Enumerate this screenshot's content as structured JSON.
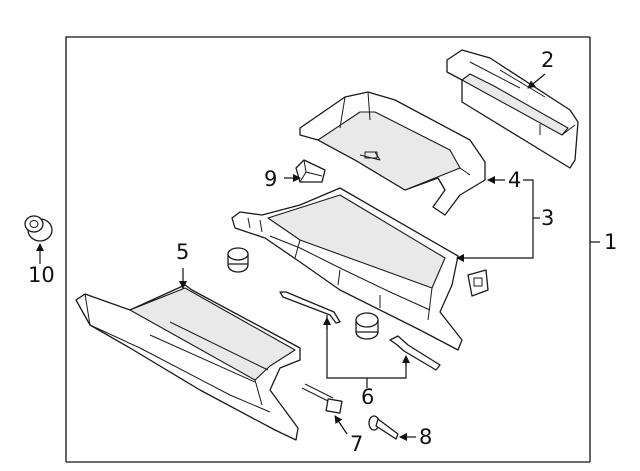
{
  "callouts": {
    "c1": "1",
    "c2": "2",
    "c3": "3",
    "c4": "4",
    "c5": "5",
    "c6": "6",
    "c7": "7",
    "c8": "8",
    "c9": "9",
    "c10": "10"
  },
  "colors": {
    "line": "#1a1a1a",
    "shade": "#e9e9e9",
    "background": "#ffffff"
  }
}
